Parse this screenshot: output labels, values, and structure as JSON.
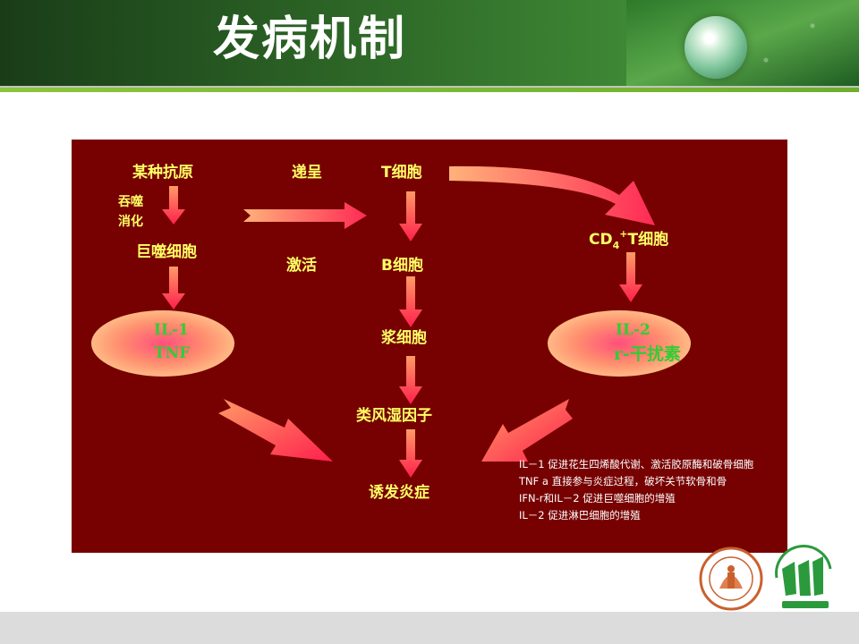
{
  "slide": {
    "title": "发病机制"
  },
  "diagram": {
    "nodes": {
      "antigen": "某种抗原",
      "phagocytosis": "吞噬",
      "digestion": "消化",
      "macrophage": "巨噬细胞",
      "il1": "IL-1",
      "tnf": "TNF",
      "present": "递呈",
      "activate": "激活",
      "tcell": "T细胞",
      "bcell": "B细胞",
      "plasma": "浆细胞",
      "rf": "类风湿因子",
      "inflammation": "诱发炎症",
      "cd4_prefix": "CD",
      "cd4_sub": "4",
      "cd4_sup": "+",
      "cd4_suffix": "T细胞",
      "il2": "IL-2",
      "ifn": "r-干扰素"
    },
    "notes": [
      "IL－1 促进花生四烯酸代谢、激活胶原酶和破骨细胞",
      "TNF a 直接参与炎症过程，破坏关节软骨和骨",
      "IFN-r和IL－2 促进巨噬细胞的增殖",
      "IL－2 促进淋巴细胞的增殖"
    ]
  },
  "colors": {
    "panel": "#770000",
    "label": "#ffff66",
    "green_label": "#33cc33",
    "arrow": "#ff3366",
    "header_green": "#2f6a28",
    "accent_green": "#8dc43c"
  },
  "logos": {
    "university": "university-seal-icon",
    "lijun": "lijun-international-logo-icon"
  }
}
